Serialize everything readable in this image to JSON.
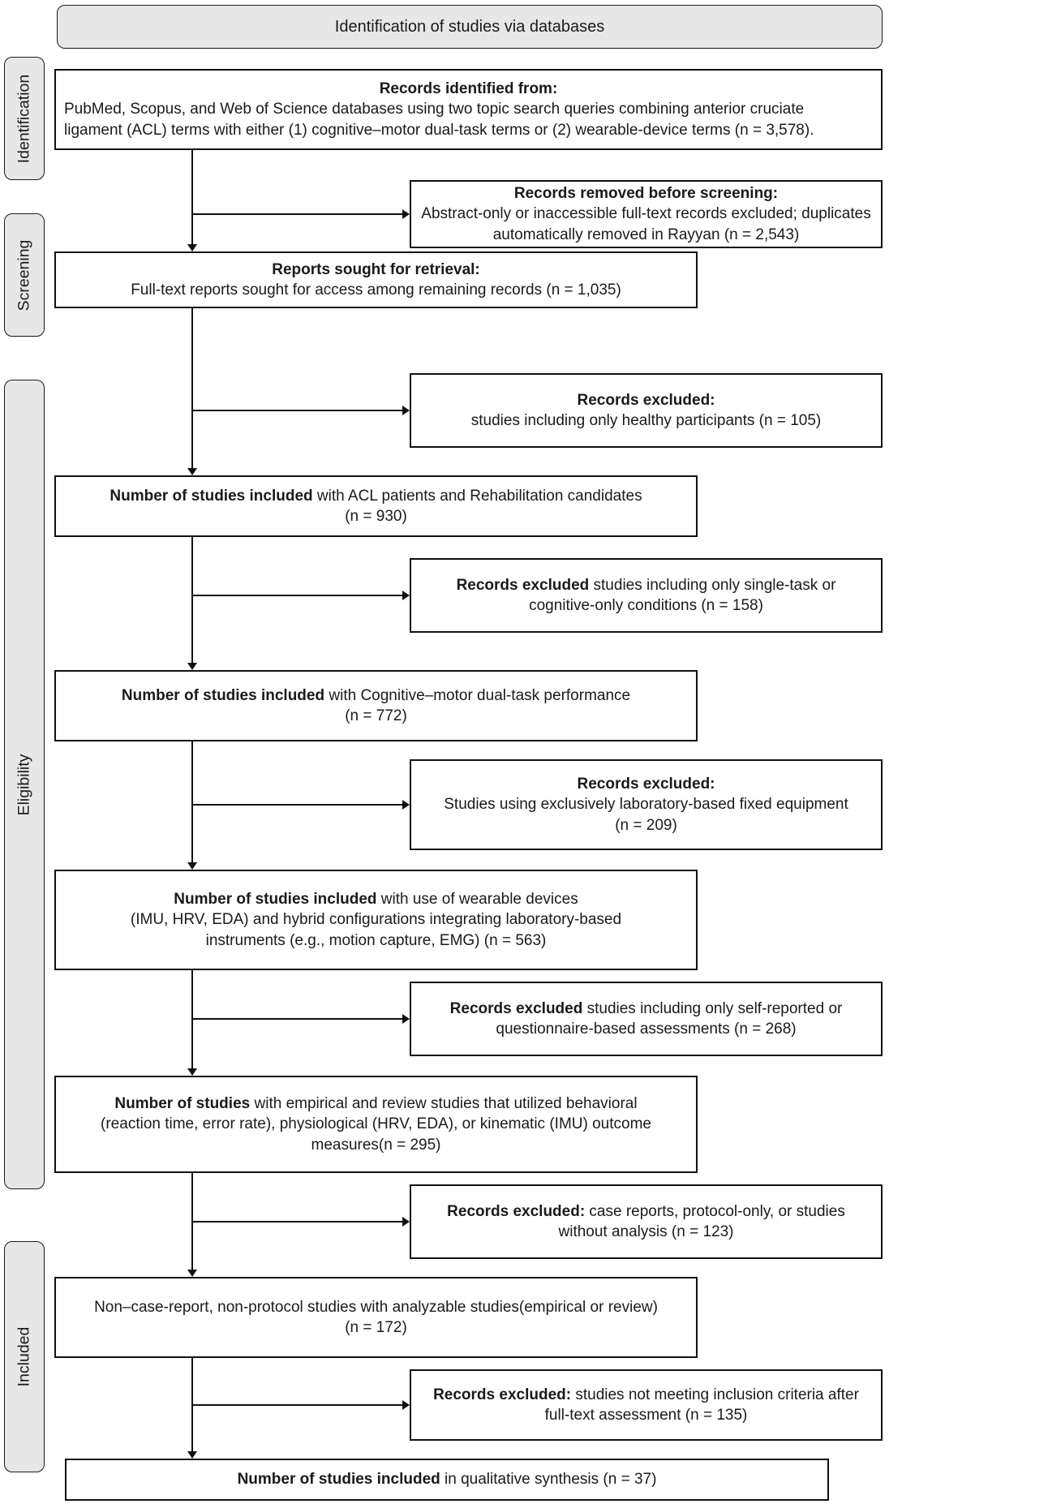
{
  "header": {
    "label": "Identification of studies via databases"
  },
  "sidebar": {
    "identification": "Identification",
    "screening": "Screening",
    "eligibility": "Eligibility",
    "included": "Included"
  },
  "colors": {
    "band_fill": "#e7e7e7",
    "box_fill": "#ffffff",
    "line": "#111111"
  },
  "boxes": {
    "records_identified": {
      "title": "Records identified from:",
      "body": "PubMed, Scopus, and Web of Science databases using two topic search queries combining anterior cruciate\nligament (ACL) terms with either (1) cognitive–motor dual-task terms or (2) wearable-device terms (n = 3,578)."
    },
    "records_removed": {
      "title": "Records removed before screening:",
      "body": "Abstract-only or inaccessible full-text records excluded; duplicates\nautomatically removed in Rayyan (n = 2,543)"
    },
    "reports_sought": {
      "title": "Reports sought for retrieval:",
      "body": "Full-text reports sought for access among remaining records (n = 1,035)"
    },
    "excluded_healthy": {
      "title": "Records excluded:",
      "body": "studies including only healthy participants (n = 105)"
    },
    "included_acl": {
      "lead": "Number of studies included",
      "body": " with ACL patients and Rehabilitation candidates\n(n = 930)"
    },
    "excluded_single_task": {
      "lead": "Records excluded",
      "body": " studies including only single-task or\ncognitive-only conditions (n = 158)"
    },
    "included_dual_task": {
      "lead": "Number of studies included",
      "body": " with Cognitive–motor dual-task performance\n(n = 772)"
    },
    "excluded_lab_equipment": {
      "title": "Records excluded:",
      "body": "Studies using exclusively laboratory-based fixed equipment\n(n = 209)"
    },
    "included_wearables": {
      "lead": "Number of studies included",
      "body": " with use of wearable devices\n(IMU, HRV, EDA) and hybrid configurations integrating laboratory-based\ninstruments (e.g., motion capture, EMG) (n = 563)"
    },
    "excluded_self_report": {
      "lead": "Records excluded",
      "body": " studies including only self-reported or\nquestionnaire-based assessments (n = 268)"
    },
    "included_outcomes": {
      "lead": "Number of studies",
      "body": " with empirical and review studies that utilized behavioral\n(reaction time, error rate), physiological (HRV, EDA), or kinematic (IMU) outcome\nmeasures(n = 295)"
    },
    "excluded_case_reports": {
      "lead": "Records excluded:",
      "body": " case reports, protocol-only, or studies\nwithout analysis (n = 123)"
    },
    "analyzable_studies": {
      "lead": "",
      "body": "Non–case-report, non-protocol studies with analyzable studies(empirical or review)\n(n = 172)"
    },
    "excluded_full_text": {
      "lead": "Records excluded:",
      "body": " studies not meeting inclusion criteria after\nfull-text assessment (n = 135)"
    },
    "included_final": {
      "lead": "Number of studies included",
      "body": " in qualitative synthesis (n = 37)"
    }
  }
}
